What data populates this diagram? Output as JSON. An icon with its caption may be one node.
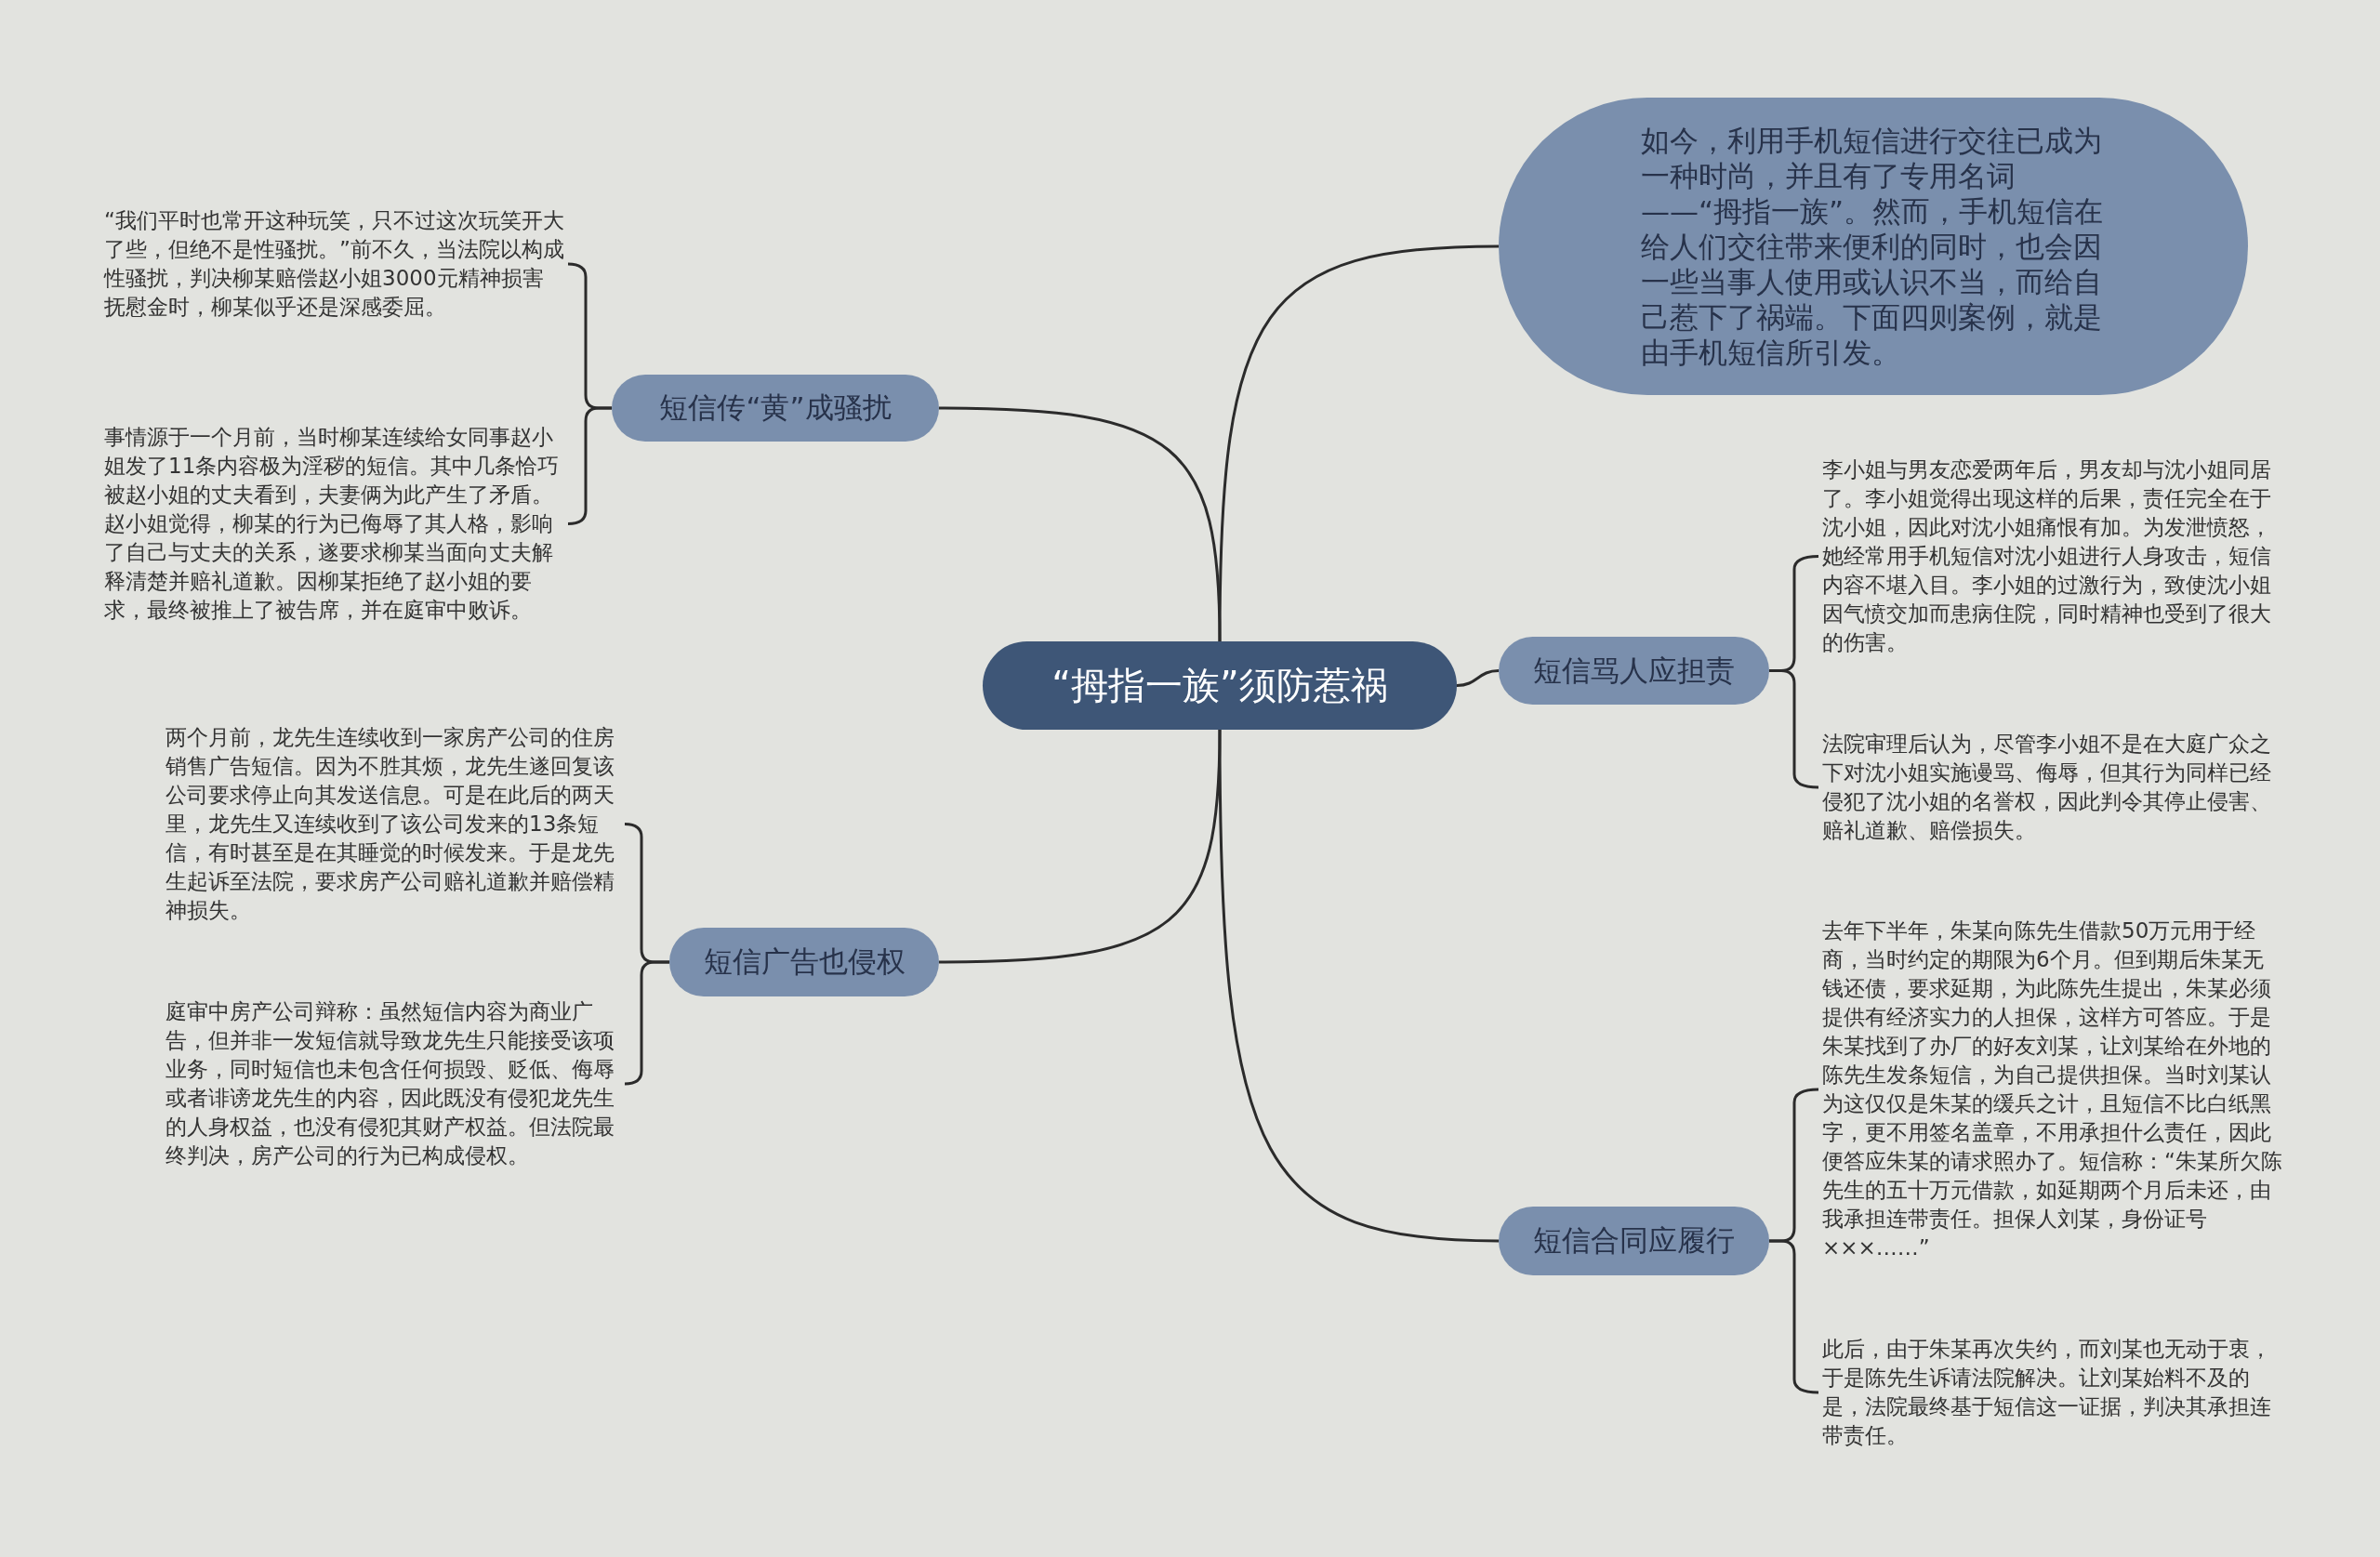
{
  "diagram": {
    "nodes": [
      {
        "text": [
          "“拇指一族”须防惹祸"
        ]
      },
      {
        "text": [
          "如今，利用手机短信进行交往已成为一种时尚，并且有了专用名词——“拇指一族”。然而，手机短信在给人们交往带来便利的同时，也会因一些当事人使用或认识不当，而给自己惹下了祸端。下面四则案例，就是由手机短信所引发。"
        ]
      },
      {
        "text": [
          "短信传“黄”成骚扰"
        ]
      },
      {
        "text": [
          "“我们平时也常开这种玩笑，只不过这次玩笑开大了些，但绝不是性骚扰。”前不久，当法院以构成性骚扰，判决柳某赔偿赵小姐3000元精神损害抚慰金时，柳某似乎还是深感委屈。"
        ]
      },
      {
        "text": [
          "事情源于一个月前，当时柳某连续给女同事赵小姐发了11条内容极为淫秽的短信。其中几条恰巧被赵小姐的丈夫看到，夫妻俩为此产生了矛盾。赵小姐觉得，柳某的行为已侮辱了其人格，影响了自己与丈夫的关系，遂要求柳某当面向丈夫解释清楚并赔礼道歉。因柳某拒绝了赵小姐的要求，最终被推上了被告席，并在庭审中败诉。"
        ]
      },
      {
        "text": [
          "短信广告也侵权"
        ]
      },
      {
        "text": [
          "两个月前，龙先生连续收到一家房产公司的住房销售广告短信。因为不胜其烦，龙先生遂回复该公司要求停止向其发送信息。可是在此后的两天里，龙先生又连续收到了该公司发来的13条短信，有时甚至是在其睡觉的时候发来。于是龙先生起诉至法院，要求房产公司赔礼道歉并赔偿精神损失。"
        ]
      },
      {
        "text": [
          "庭审中房产公司辩称：虽然短信内容为商业广告，但并非一发短信就导致龙先生只能接受该项业务，同时短信也未包含任何损毁、贬低、侮辱或者诽谤龙先生的内容，因此既没有侵犯龙先生的人身权益，也没有侵犯其财产权益。但法院最终判决，房产公司的行为已构成侵权。"
        ]
      },
      {
        "text": [
          "短信骂人应担责"
        ]
      },
      {
        "text": [
          "李小姐与男友恋爱两年后，男友却与沈小姐同居了。李小姐觉得出现这样的后果，责任完全在于沈小姐，因此对沈小姐痛恨有加。为发泄愤怒，她经常用手机短信对沈小姐进行人身攻击，短信内容不堪入目。李小姐的过激行为，致使沈小姐因气愤交加而患病住院，同时精神也受到了很大的伤害。"
        ]
      },
      {
        "text": [
          "法院审理后认为，尽管李小姐不是在大庭广众之下对沈小姐实施谩骂、侮辱，但其行为同样已经侵犯了沈小姐的名誉权，因此判令其停止侵害、赔礼道歉、赔偿损失。"
        ]
      },
      {
        "text": [
          "短信合同应履行"
        ]
      },
      {
        "text": [
          "去年下半年，朱某向陈先生借款50万元用于经商，当时约定的期限为6个月。但到期后朱某无钱还债，要求延期，为此陈先生提出，朱某必须提供有经济实力的人担保，这样方可答应。于是朱某找到了办厂的好友刘某，让刘某给在外地的陈先生发条短信，为自己提供担保。当时刘某认为这仅仅是朱某的缓兵之计，且短信不比白纸黑字，更不用签名盖章，不用承担什么责任，因此便答应朱某的请求照办了。短信称：“朱某所欠陈先生的五十万元借款，如延期两个月后未还，由我承担连带责任。担保人刘某，身份证号×××……”"
        ]
      },
      {
        "text": [
          "此后，由于朱某再次失约，而刘某也无动于衷，于是陈先生诉请法院解决。让刘某始料不及的是，法院最终基于短信这一证据，判决其承担连带责任。"
        ]
      }
    ],
    "edges": [
      {
        "from": 0,
        "to": 1,
        "arrow": "none"
      },
      {
        "from": 0,
        "to": 2,
        "arrow": "none"
      },
      {
        "from": 2,
        "to": 3,
        "arrow": "none"
      },
      {
        "from": 2,
        "to": 4,
        "arrow": "none"
      },
      {
        "from": 0,
        "to": 5,
        "arrow": "none"
      },
      {
        "from": 5,
        "to": 6,
        "arrow": "none"
      },
      {
        "from": 5,
        "to": 7,
        "arrow": "none"
      },
      {
        "from": 0,
        "to": 8,
        "arrow": "none"
      },
      {
        "from": 8,
        "to": 9,
        "arrow": "none"
      },
      {
        "from": 8,
        "to": 10,
        "arrow": "none"
      },
      {
        "from": 0,
        "to": 11,
        "arrow": "none"
      },
      {
        "from": 11,
        "to": 12,
        "arrow": "none"
      },
      {
        "from": 11,
        "to": 13,
        "arrow": "none"
      }
    ]
  }
}
